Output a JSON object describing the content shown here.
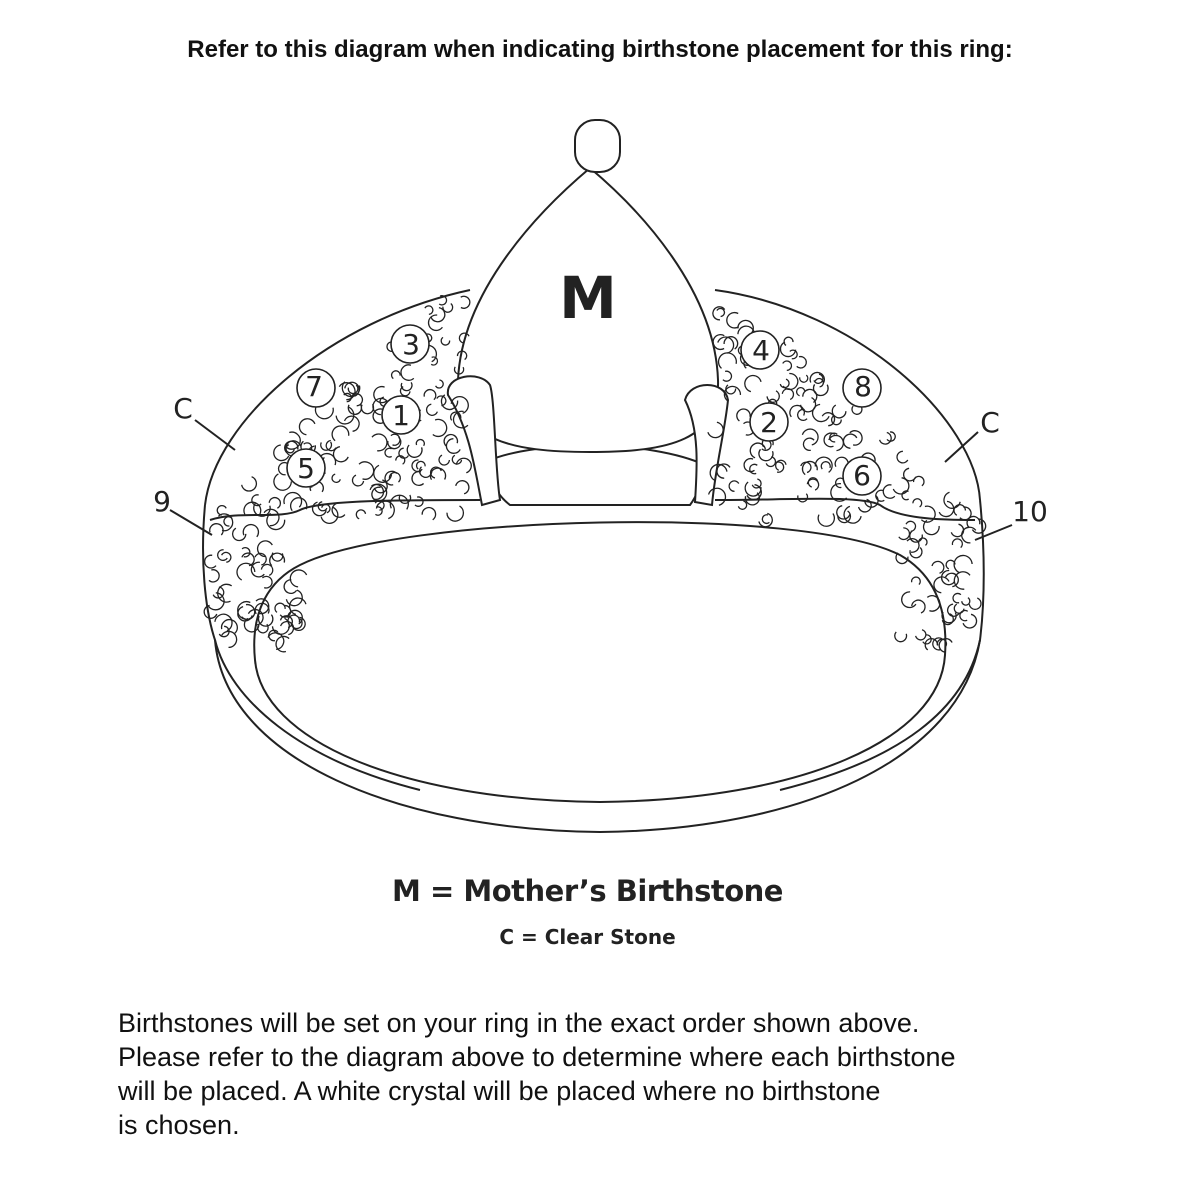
{
  "title": "Refer to this diagram when indicating birthstone placement for this ring:",
  "diagram": {
    "center_label": "M",
    "stone_labels": [
      "1",
      "2",
      "3",
      "4",
      "5",
      "6",
      "7",
      "8"
    ],
    "side_labels": {
      "c_left": "C",
      "c_right": "C",
      "nine": "9",
      "ten": "10"
    }
  },
  "legend": {
    "mother": "M = Mother’s Birthstone",
    "clear": "C = Clear Stone"
  },
  "note": {
    "lines": [
      "Birthstones will be set on your ring in the exact order shown above.",
      "Please refer to the diagram above to determine where each birthstone",
      "will be placed. A white crystal will be placed where no birthstone",
      "is chosen."
    ]
  }
}
